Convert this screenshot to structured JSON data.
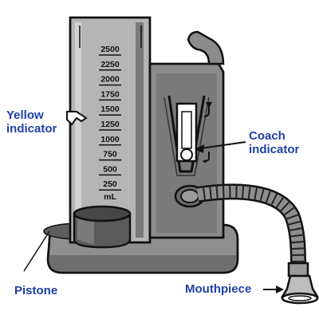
{
  "scale": {
    "values": [
      "2500",
      "2250",
      "2000",
      "1750",
      "1500",
      "1250",
      "1000",
      "750",
      "500",
      "250"
    ],
    "unit": "mL"
  },
  "labels": {
    "yellow_indicator": [
      "Yellow",
      "indicator"
    ],
    "coach_indicator": [
      "Coach",
      "indicator"
    ],
    "pistone": "Pistone",
    "mouthpiece": "Mouthpiece"
  },
  "colors": {
    "label_text": "#1f3fa8",
    "device_body": "#8a8a8a",
    "device_dark": "#444444",
    "outline": "#111111",
    "cylinder_fill": "#a9a9a9",
    "cylinder_highlight": "#c9c9c9"
  }
}
